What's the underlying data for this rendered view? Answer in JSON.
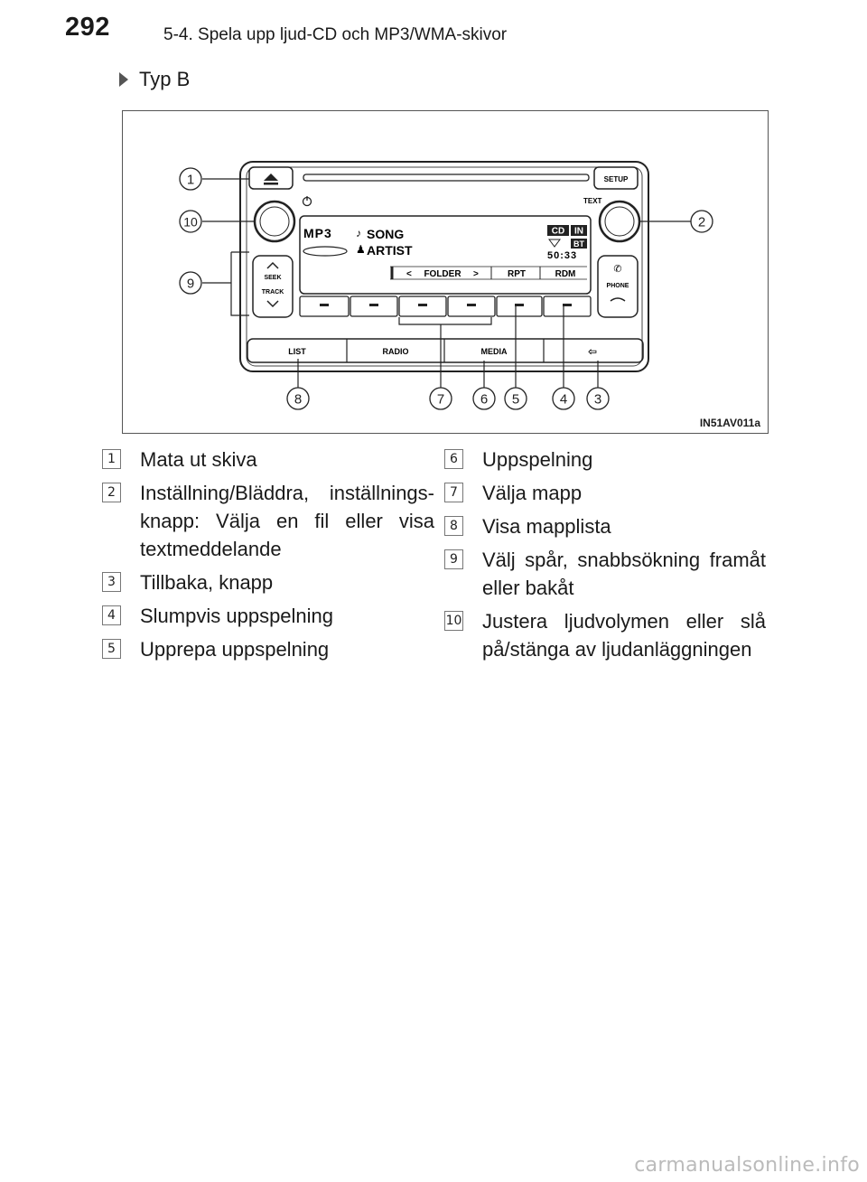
{
  "header": {
    "page_number": "292",
    "section_title": "5-4. Spela upp ljud-CD och MP3/WMA-skivor"
  },
  "variant_label": "Typ B",
  "figure": {
    "code": "IN51AV011a",
    "callouts": [
      "1",
      "2",
      "3",
      "4",
      "5",
      "6",
      "7",
      "8",
      "9",
      "10"
    ],
    "unit_labels": {
      "setup": "SETUP",
      "text": "TEXT",
      "display_mp3": "MP3",
      "display_song": "SONG",
      "display_artist": "ARTIST",
      "display_cd": "CD",
      "display_in": "IN",
      "display_bt": "BT",
      "display_time": "50:33",
      "display_folder": "FOLDER",
      "display_rpt": "RPT",
      "display_rdm": "RDM",
      "seek": "SEEK",
      "track": "TRACK",
      "phone": "PHONE",
      "list": "LIST",
      "radio": "RADIO",
      "media": "MEDIA"
    }
  },
  "legend": {
    "left": [
      {
        "num": "1",
        "text": "Mata ut skiva"
      },
      {
        "num": "2",
        "text": "Inställning/Bläddra, inställnings-knapp: Välja en fil eller visa textmeddelande"
      },
      {
        "num": "3",
        "text": "Tillbaka, knapp"
      },
      {
        "num": "4",
        "text": "Slumpvis uppspelning"
      },
      {
        "num": "5",
        "text": "Upprepa uppspelning"
      }
    ],
    "right": [
      {
        "num": "6",
        "text": "Uppspelning"
      },
      {
        "num": "7",
        "text": "Välja mapp"
      },
      {
        "num": "8",
        "text": "Visa mapplista"
      },
      {
        "num": "9",
        "text": "Välj spår, snabbsökning framåt eller bakåt"
      },
      {
        "num": "10",
        "text": "Justera ljudvolymen eller slå på/stänga av ljudanläggningen"
      }
    ]
  },
  "footer": {
    "site": "carmanualsonline.info"
  }
}
